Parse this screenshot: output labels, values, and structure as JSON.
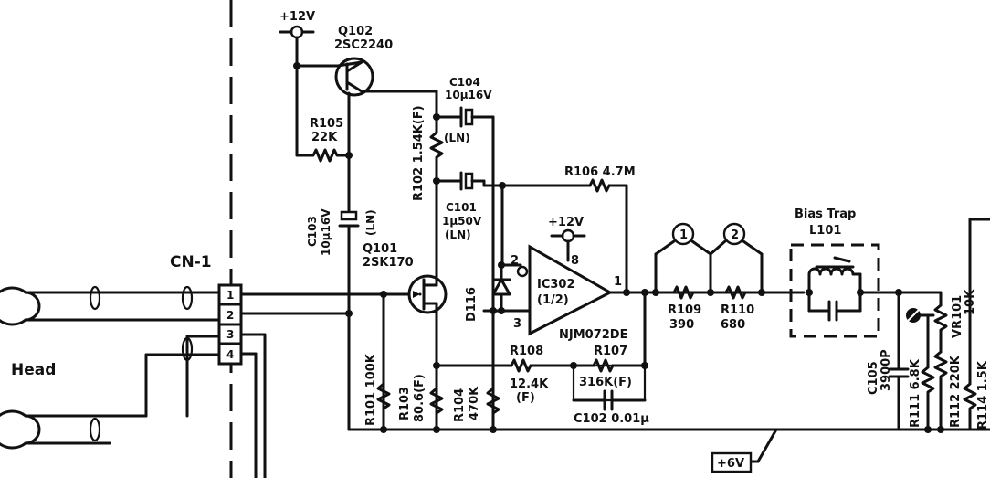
{
  "labels": {
    "plus12v_top": "+12V",
    "q102_name": "Q102",
    "q102_part": "2SC2240",
    "r105_name": "R105",
    "r105_val": "22K",
    "c103_name": "C103",
    "c103_val": "10μ16V",
    "c103_type": "(LN)",
    "r102": "R102 1.54K(F)",
    "r102_type": "(LN)",
    "c104_name": "C104",
    "c104_val": "10μ16V",
    "c101_name": "C101",
    "c101_val": "1μ50V",
    "c101_type": "(LN)",
    "r106": "R106 4.7M",
    "plus12v_ic": "+12V",
    "pin2": "2",
    "pin8": "8",
    "pin1": "1",
    "pin3": "3",
    "ic_name": "IC302",
    "ic_half": "(1/2)",
    "ic_part": "NJM072DE",
    "d116": "D116",
    "q101_name": "Q101",
    "q101_part": "2SK170",
    "cn1": "CN-1",
    "cn_pin1": "1",
    "cn_pin2": "2",
    "cn_pin3": "3",
    "cn_pin4": "4",
    "head": "Head",
    "r101": "R101 100K",
    "r103_name": "R103",
    "r103_val": "80.6(F)",
    "r104_name": "R104",
    "r104_val": "470K",
    "r108_name": "R108",
    "r108_val": "12.4K",
    "r108_type": "(F)",
    "r107_name": "R107",
    "r107_val": "316K(F)",
    "c102": "C102 0.01μ",
    "tp1": "1",
    "tp2": "2",
    "r109_name": "R109",
    "r109_val": "390",
    "r110_name": "R110",
    "r110_val": "680",
    "bias_trap": "Bias Trap",
    "l101": "L101",
    "c105_name": "C105",
    "c105_val": "3900P",
    "r111": "R111 6.8K",
    "vr101_name": "VR101",
    "vr101_val": "10K",
    "r112": "R112 220K",
    "r114": "R114 1.5K",
    "plus6v": "+6V"
  }
}
